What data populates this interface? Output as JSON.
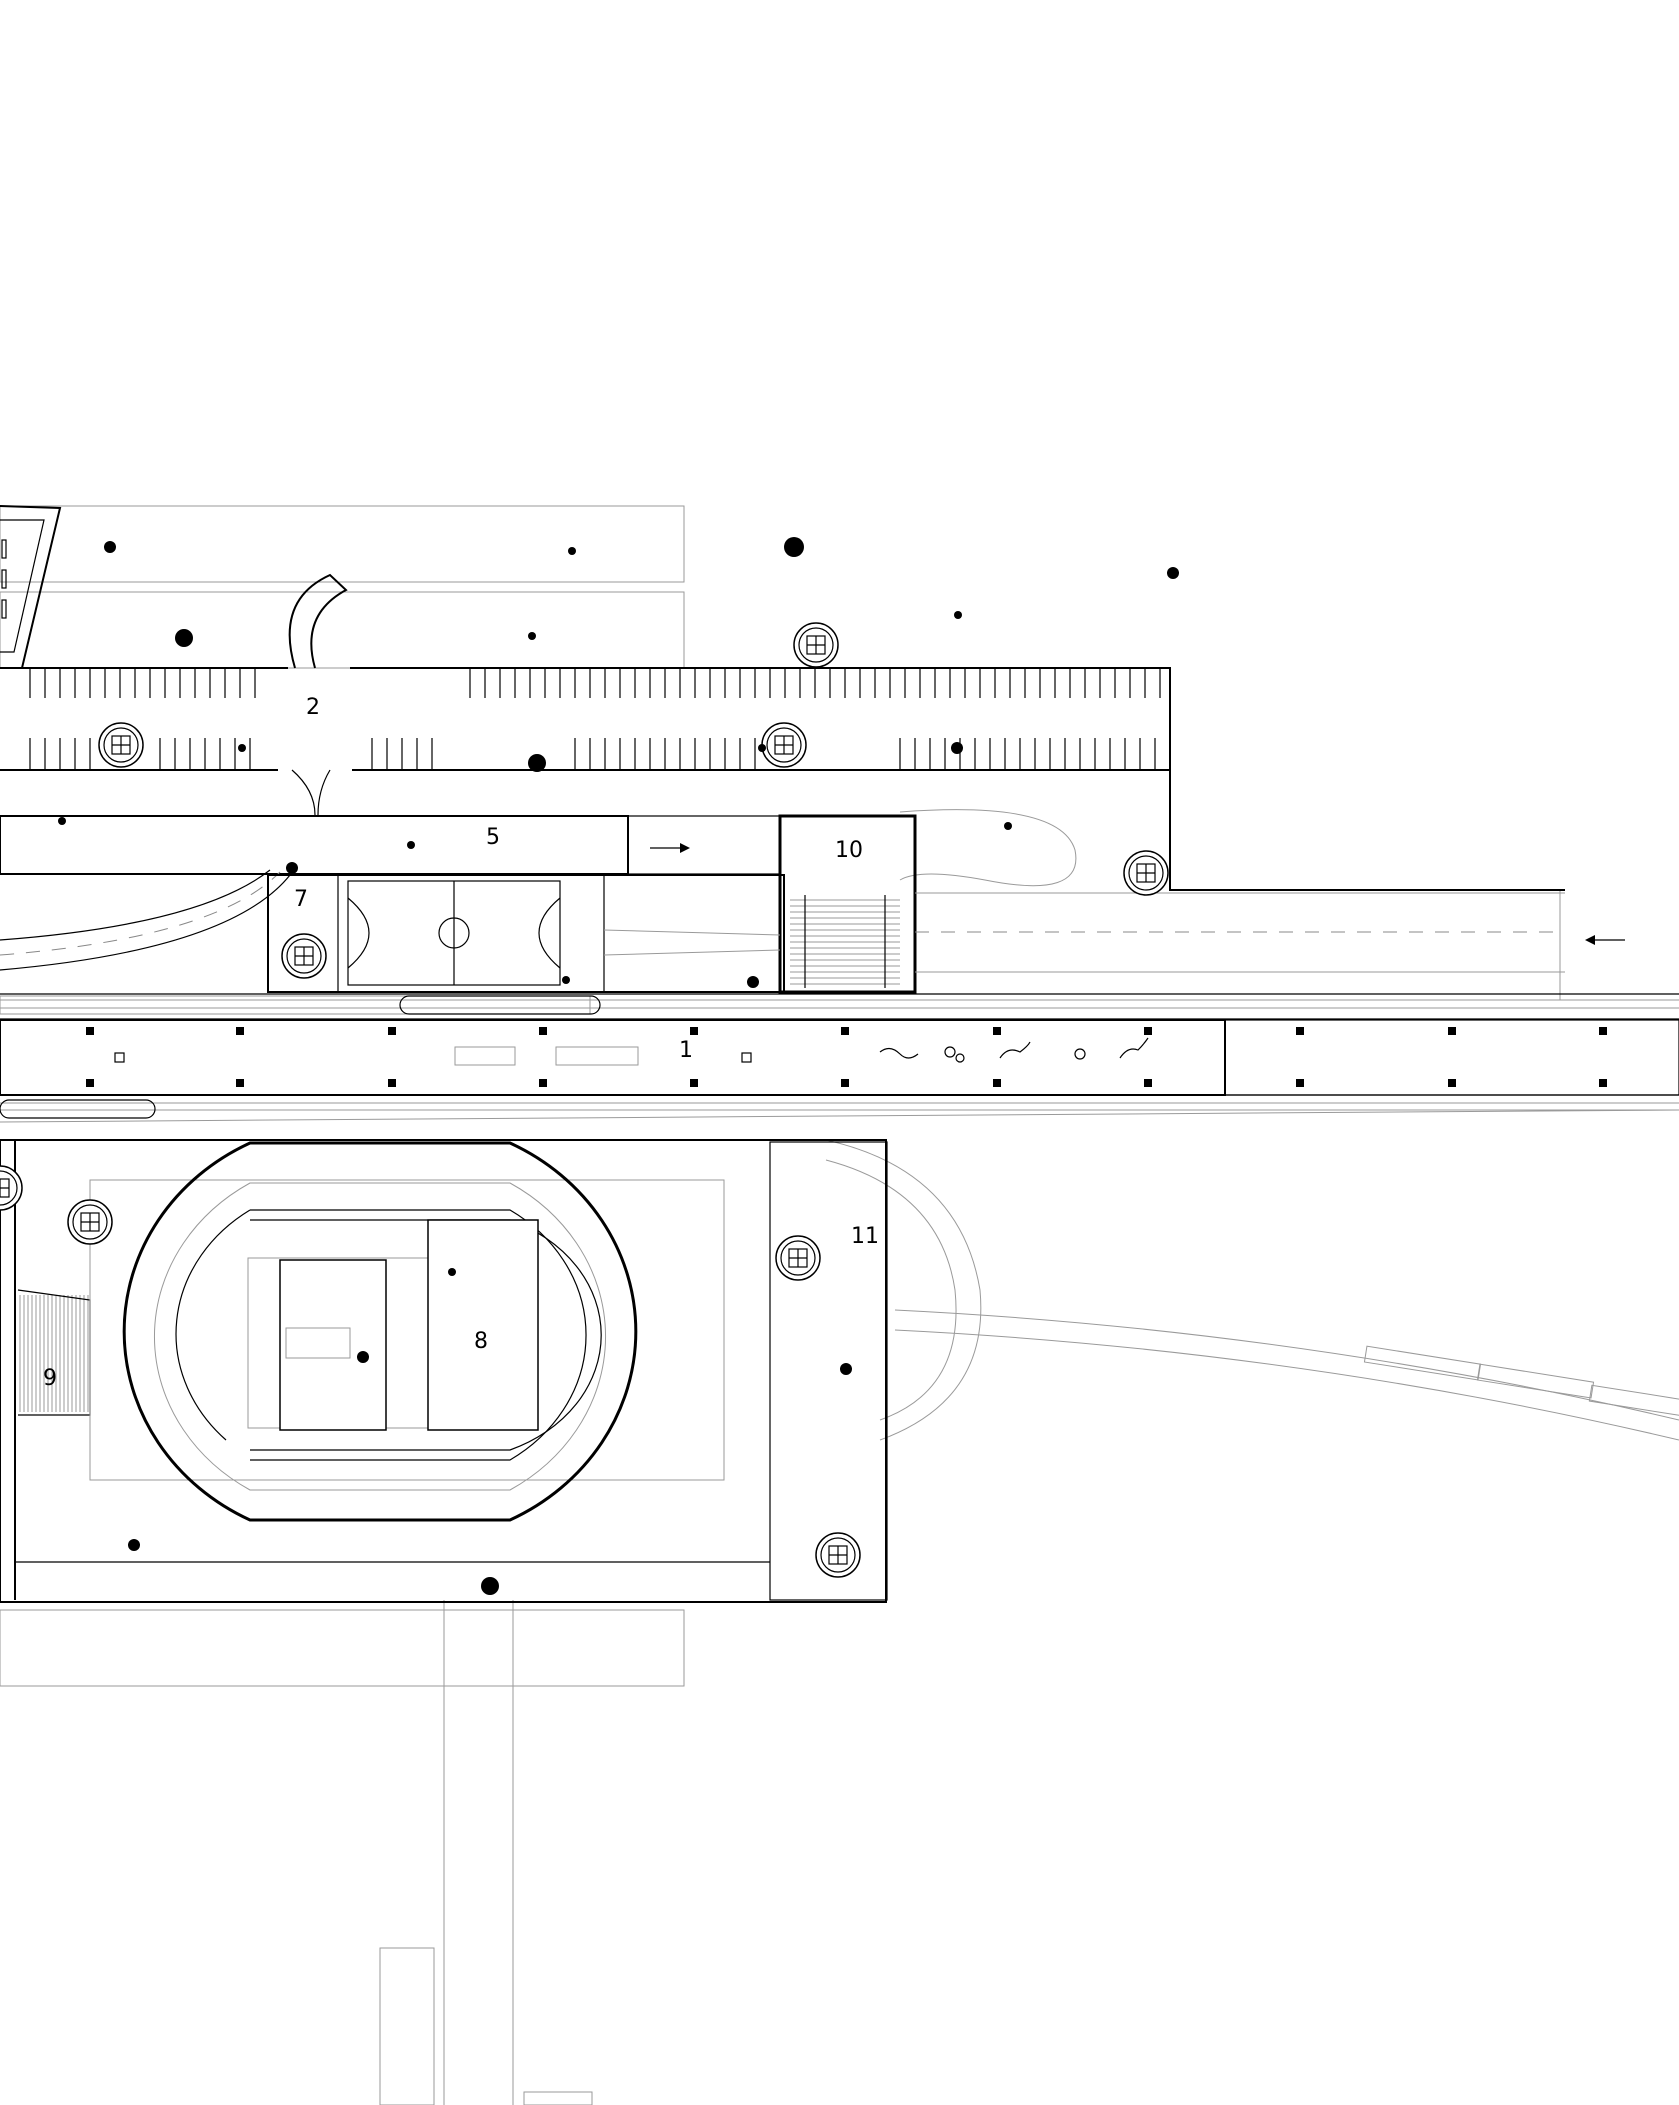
{
  "plan": {
    "zone_labels": [
      "1",
      "2",
      "5",
      "7",
      "8",
      "9",
      "10",
      "11"
    ]
  }
}
